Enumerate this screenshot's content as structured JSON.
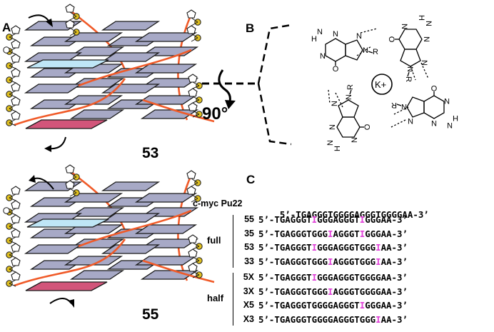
{
  "panels": {
    "a_label": "A",
    "b_label": "B",
    "c_label": "C",
    "rotation_label": "90°",
    "ion_label": "K+",
    "top_construct": "53",
    "bottom_construct": "55"
  },
  "chem": {
    "r": "R",
    "n": "N",
    "h": "H",
    "o": "O"
  },
  "colors": {
    "plane_fill": "#a7a9c6",
    "highlight_blue": "#bfe6f6",
    "highlight_pink": "#d2557a",
    "loop": "#f05a28",
    "phosphate": "#e0c020"
  },
  "sequences": {
    "reference": {
      "name": "c-myc Pu22",
      "prefix": "5’-",
      "seq": "TGAGGGTGGGGAGGGTGGGGAA",
      "suffix": "-3’"
    },
    "groups": [
      {
        "label": "full",
        "rows": [
          {
            "id": "55",
            "parts": [
              "TGAGGGT",
              "I",
              "GGGAGGGT",
              "I",
              "GGGAA"
            ]
          },
          {
            "id": "35",
            "parts": [
              "TGAGGGTGGG",
              "I",
              "AGGGT",
              "I",
              "GGGAA"
            ]
          },
          {
            "id": "53",
            "parts": [
              "TGAGGGT",
              "I",
              "GGGAGGGTGGG",
              "I",
              "AA"
            ]
          },
          {
            "id": "33",
            "parts": [
              "TGAGGGTGGG",
              "I",
              "AGGGTGGG",
              "I",
              "AA"
            ]
          }
        ]
      },
      {
        "label": "half",
        "rows": [
          {
            "id": "5X",
            "parts": [
              "TGAGGGT",
              "I",
              "GGGAGGGTGGGGAA"
            ]
          },
          {
            "id": "3X",
            "parts": [
              "TGAGGGTGGG",
              "I",
              "AGGGTGGGGAA"
            ]
          },
          {
            "id": "X5",
            "parts": [
              "TGAGGGTGGGGAGGGT",
              "I",
              "GGGAA"
            ]
          },
          {
            "id": "X3",
            "parts": [
              "TGAGGGTGGGGAGGGTGGG",
              "I",
              "AA"
            ]
          }
        ]
      }
    ],
    "prefix": "5’-",
    "suffix": "-3’"
  }
}
